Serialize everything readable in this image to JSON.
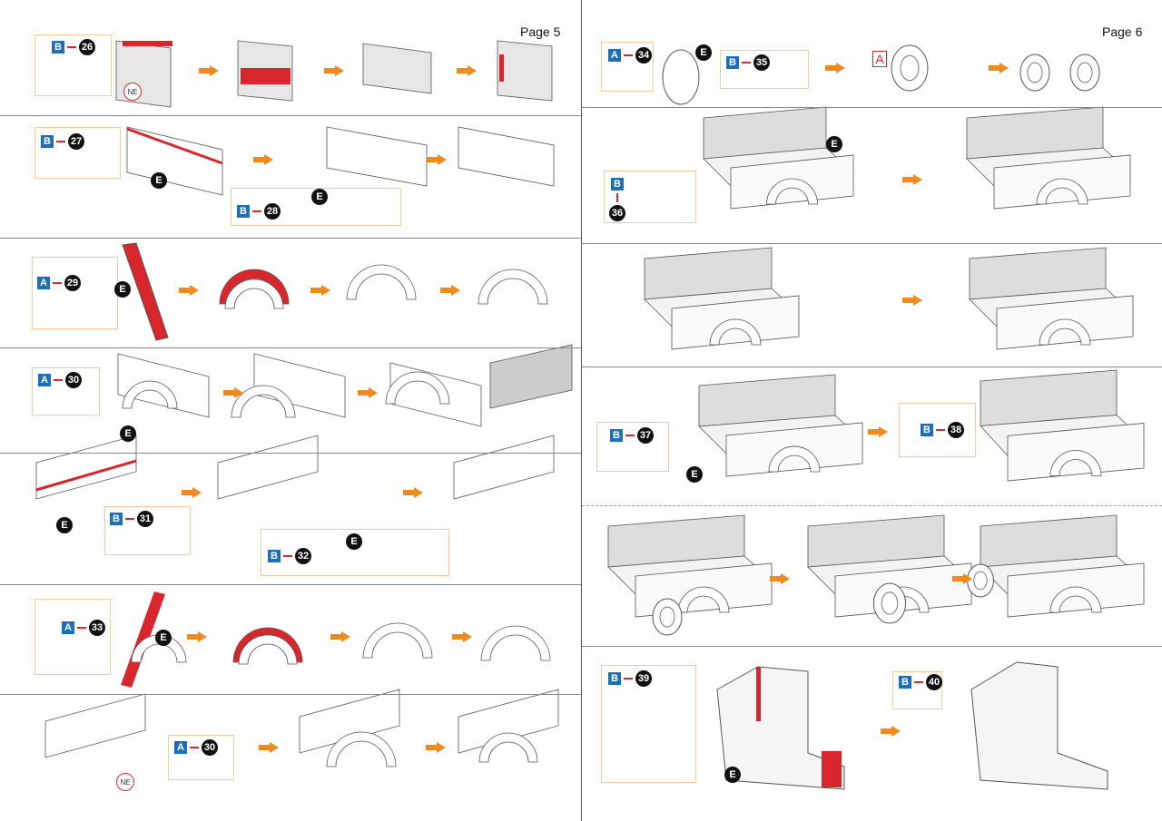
{
  "pages": {
    "left": "Page 5",
    "right": "Page 6"
  },
  "labels": {
    "e": "E",
    "ne": "NE",
    "sheet_a": "A"
  },
  "steps": [
    {
      "sheet": "B",
      "num": "26"
    },
    {
      "sheet": "B",
      "num": "27"
    },
    {
      "sheet": "B",
      "num": "28"
    },
    {
      "sheet": "A",
      "num": "29"
    },
    {
      "sheet": "A",
      "num": "30"
    },
    {
      "sheet": "B",
      "num": "31"
    },
    {
      "sheet": "B",
      "num": "32"
    },
    {
      "sheet": "A",
      "num": "33"
    },
    {
      "sheet": "A",
      "num": "30"
    },
    {
      "sheet": "A",
      "num": "34"
    },
    {
      "sheet": "B",
      "num": "35"
    },
    {
      "sheet": "B",
      "num": "36"
    },
    {
      "sheet": "B",
      "num": "37"
    },
    {
      "sheet": "B",
      "num": "38"
    },
    {
      "sheet": "B",
      "num": "39"
    },
    {
      "sheet": "B",
      "num": "40"
    }
  ],
  "colors": {
    "arrow": "#f08a1c",
    "sheet": "#1c6fb8",
    "glue": "#d9262c",
    "callout_border": "#f6c89b"
  }
}
